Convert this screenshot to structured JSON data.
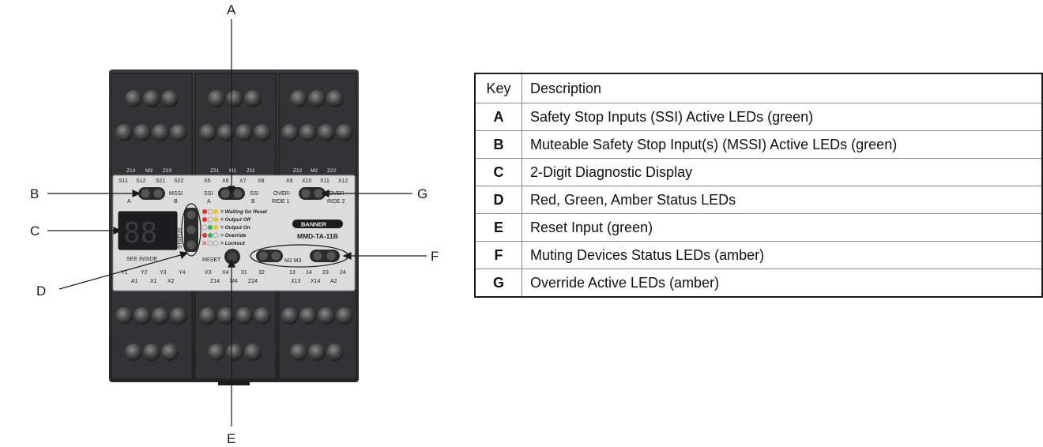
{
  "callouts": {
    "A": "A",
    "B": "B",
    "C": "C",
    "D": "D",
    "E": "E",
    "F": "F",
    "G": "G"
  },
  "device": {
    "model": "MMD-TA-11B",
    "brand": "BANNER",
    "top_labels_left": [
      "Z13",
      "M3",
      "Z23",
      "S11",
      "S12",
      "S21",
      "S22"
    ],
    "top_labels_mid": [
      "Z21",
      "M1",
      "Z11",
      "X5",
      "X6",
      "X7",
      "X8"
    ],
    "top_labels_right": [
      "Z12",
      "M2",
      "Z22",
      "X9",
      "X10",
      "X11",
      "X12"
    ],
    "label_mssi": "MSSI",
    "label_mssi_b": "B",
    "label_ssi_a": "SSI",
    "label_a": "A",
    "label_ssi_b": "SSI",
    "label_b": "B",
    "label_over": "OVER-",
    "label_ride1": "RIDE 1",
    "label_ride2": "RIDE 2",
    "label_status": "STATUS",
    "label_see_inside": "SEE INSIDE",
    "label_reset": "RESET",
    "label_m2m3": "M2 M3",
    "legend": [
      "= Waiting for Reset",
      "= Output Off",
      "= Output On",
      "= Override",
      "= Lockout"
    ],
    "bottom_labels_left": [
      "Y1",
      "Y2",
      "Y3",
      "Y4",
      "A1",
      "X1",
      "X2"
    ],
    "bottom_labels_mid": [
      "X3",
      "X4",
      "31",
      "32",
      "Z14",
      "M4",
      "Z24"
    ],
    "bottom_labels_right": [
      "13",
      "14",
      "23",
      "24",
      "X13",
      "X14",
      "A2"
    ],
    "display_digits": "88"
  },
  "table": {
    "headers": [
      "Key",
      "Description"
    ],
    "rows": [
      {
        "key": "A",
        "description": "Safety Stop Inputs (SSI) Active LEDs (green)"
      },
      {
        "key": "B",
        "description": "Muteable Safety Stop Input(s) (MSSI) Active LEDs (green)"
      },
      {
        "key": "C",
        "description": "2-Digit Diagnostic Display"
      },
      {
        "key": "D",
        "description": "Red, Green, Amber Status LEDs"
      },
      {
        "key": "E",
        "description": "Reset Input (green)"
      },
      {
        "key": "F",
        "description": "Muting Devices Status LEDs (amber)"
      },
      {
        "key": "G",
        "description": "Override Active LEDs (amber)"
      }
    ]
  },
  "colors": {
    "housing": "#2c2c2e",
    "panel": "#dcdcdc",
    "led_red": "#e0342b",
    "led_green": "#33b35a",
    "led_amber": "#f2c21b",
    "leader": "#1a1a1a"
  }
}
